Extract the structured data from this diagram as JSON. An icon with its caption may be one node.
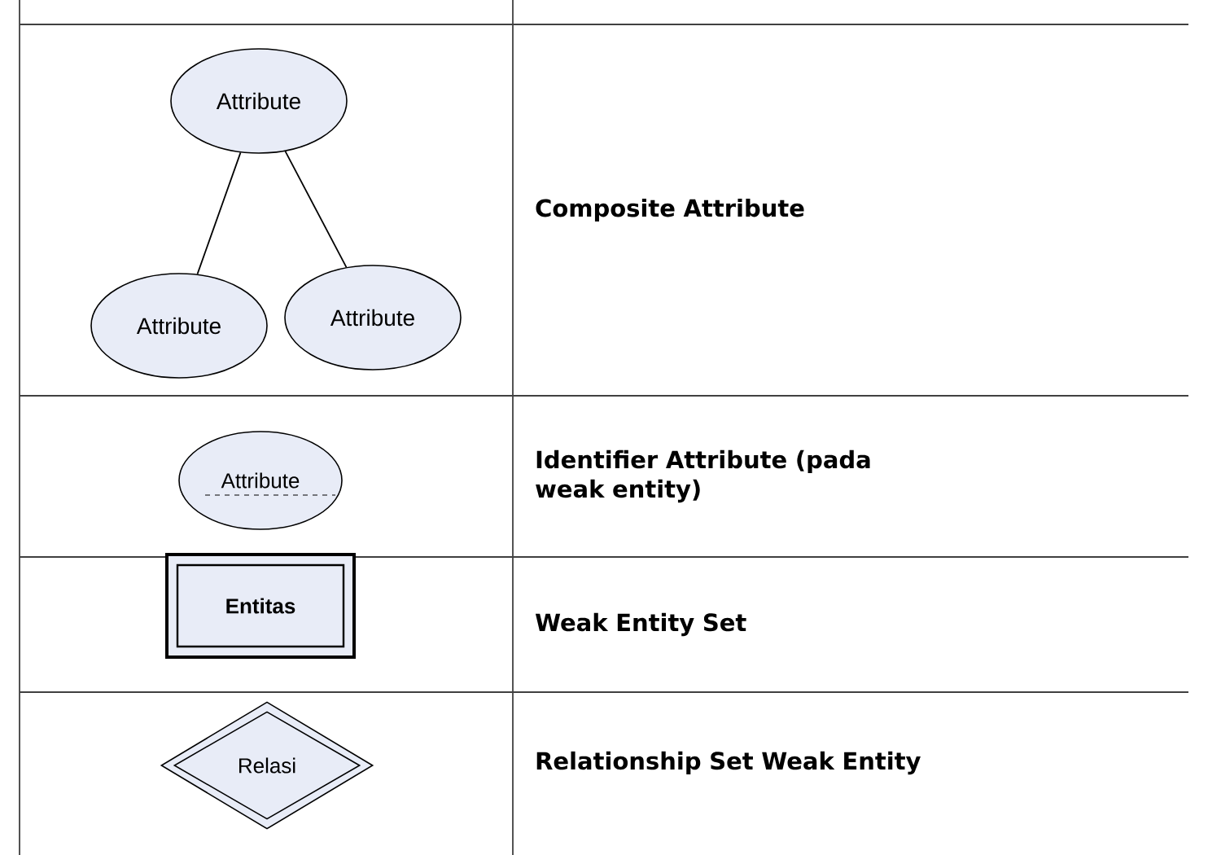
{
  "diagram": {
    "nodes": [
      {
        "text": [
          "Attribute"
        ]
      },
      {
        "text": [
          "Attribute"
        ]
      },
      {
        "text": [
          "Attribute"
        ]
      },
      {
        "text": [
          "Attribute"
        ]
      },
      {
        "text": [
          "Entitas"
        ]
      },
      {
        "text": [
          "Relasi"
        ]
      }
    ],
    "edges": [
      {
        "from": 0,
        "to": 1,
        "arrow": "none"
      },
      {
        "from": 0,
        "to": 2,
        "arrow": "none"
      }
    ],
    "labels": [
      "Composite Attribute",
      "Identifier Attribute (pada weak entity)",
      "Weak Entity Set",
      "Relationship Set Weak Entity"
    ]
  }
}
